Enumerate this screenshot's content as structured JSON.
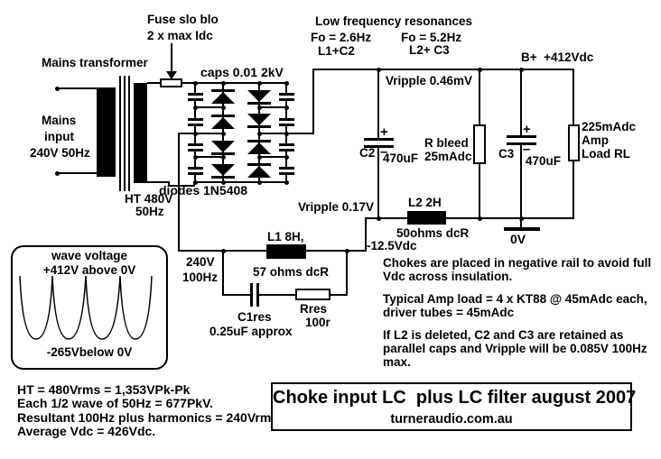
{
  "fuse": {
    "line1": "Fuse slo blo",
    "line2": "2 x max Idc"
  },
  "transformer": {
    "title": "Mains transformer",
    "input_line1": "Mains",
    "input_line2": "input",
    "input_line3": "240V 50Hz",
    "secondary_line1": "HT 480V",
    "secondary_line2": "50Hz"
  },
  "bridge": {
    "caps_label": "caps 0.01 2kV",
    "diodes_label": "diodes 1N5408"
  },
  "resonances": {
    "title": "Low frequency resonances",
    "fo1": "Fo = 2.6Hz",
    "fo1_parts": "L1+C2",
    "fo2": "Fo = 5.2Hz",
    "fo2_parts": "L2+ C3"
  },
  "rails": {
    "bplus": "B+  +412Vdc",
    "vripple_c2": "Vripple 0.46mV",
    "vripple_l2": "Vripple 0.17V",
    "neg_voltage": "-12.5Vdc",
    "ground": "0V",
    "choke_input_v": "240V",
    "choke_input_f": "100Hz"
  },
  "components": {
    "c2_name": "C2",
    "c2_plus": "+",
    "c2_minus": "–",
    "c2_value": "470uF",
    "c3_name": "C3",
    "c3_plus": "+",
    "c3_minus": "–",
    "c3_value": "470uF",
    "rbleed_line1": "R bleed",
    "rbleed_line2": "25mAdc",
    "rl_line1": "225mAdc",
    "rl_line2": "Amp",
    "rl_line3": "Load RL",
    "l1_name": "L1 8H,",
    "l1_dcr": "57 ohms dcR",
    "l2_name": "L2 2H",
    "l2_dcr": "50ohms dcR",
    "c1res_name": "C1res",
    "c1res_value": "0.25uF approx",
    "rres_name": "Rres",
    "rres_value": "100r"
  },
  "wave_box": {
    "title": "wave voltage",
    "peak": "+412V above 0V",
    "trough": "-265Vbelow 0V"
  },
  "calcs": {
    "line1": "HT = 480Vrms = 1,353VPk-Pk",
    "line2": "Each 1/2 wave of 50Hz = 677PkV.",
    "line3": "Resultant 100Hz plus harmonics = 240Vrms",
    "line4": "Average Vdc = 426Vdc."
  },
  "notes": {
    "note1": "Chokes are placed in negative rail to avoid full Vdc across insulation.",
    "note2": "Typical Amp load = 4 x KT88 @ 45mAdc each, driver tubes = 45mAdc",
    "note3": "If L2 is deleted, C2 and C3 are retained as parallel caps and Vripple will be 0.085V 100Hz max."
  },
  "title_box": {
    "title": "Choke input LC  plus LC filter august 2007",
    "website": "turneraudio.com.au"
  }
}
